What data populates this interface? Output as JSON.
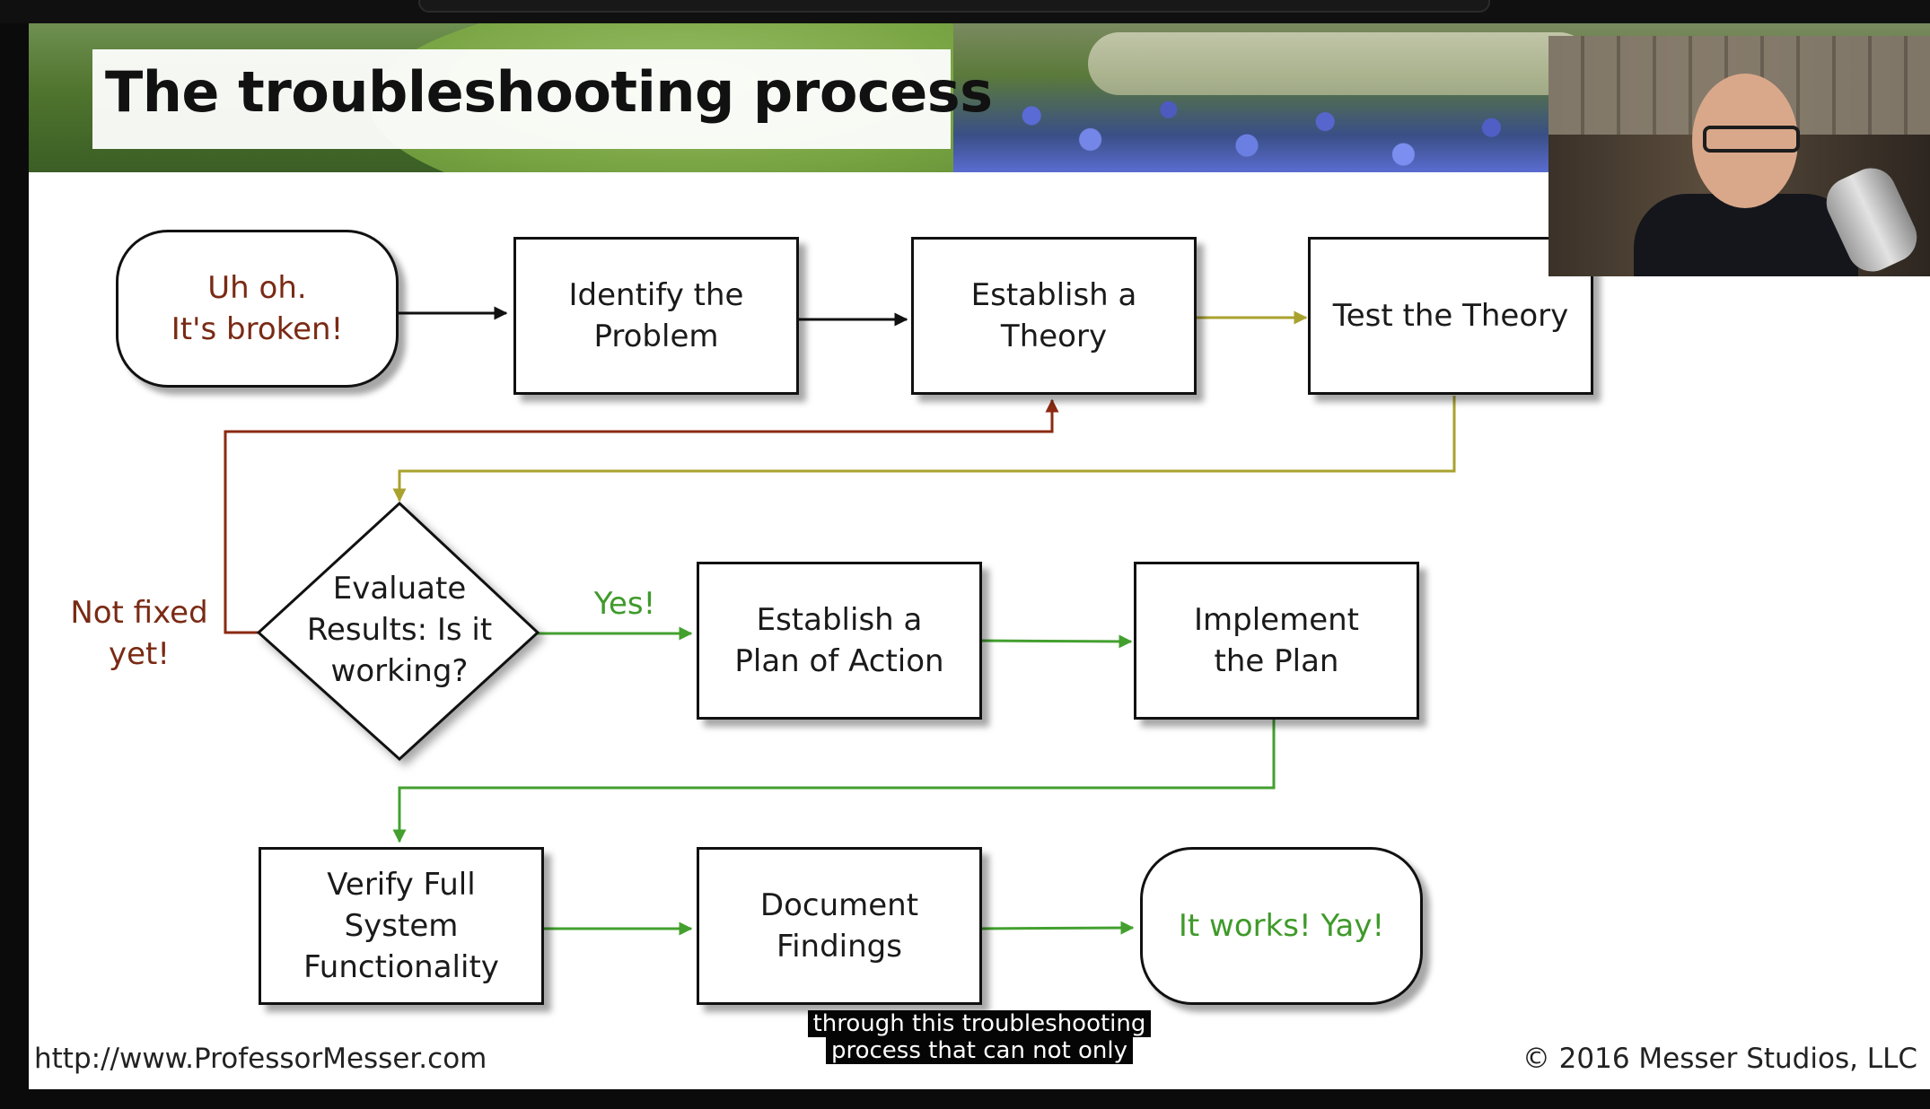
{
  "slide": {
    "title": "The troubleshooting process",
    "footer_url": "http://www.ProfessorMesser.com",
    "footer_copyright": "© 2016 Messer Studios, LLC"
  },
  "flowchart": {
    "start": "Uh oh.\nIt's broken!",
    "identify": "Identify the\nProblem",
    "establish_theory": "Establish a\nTheory",
    "test_theory": "Test the Theory",
    "evaluate": "Evaluate\nResults: Is it\nworking?",
    "plan": "Establish a\nPlan of Action",
    "implement": "Implement\nthe Plan",
    "verify": "Verify Full\nSystem\nFunctionality",
    "document": "Document\nFindings",
    "end": "It works! Yay!",
    "yes_label": "Yes!",
    "not_fixed_label": "Not fixed\nyet!"
  },
  "colors": {
    "red_path": "#8b2a12",
    "olive_path": "#a9a22e",
    "green_path": "#43a02f",
    "black_path": "#111111"
  },
  "caption": {
    "line1": "through this troubleshooting",
    "line2": "process that can not only"
  },
  "webcam": {
    "icon": "presenter-video-icon"
  }
}
